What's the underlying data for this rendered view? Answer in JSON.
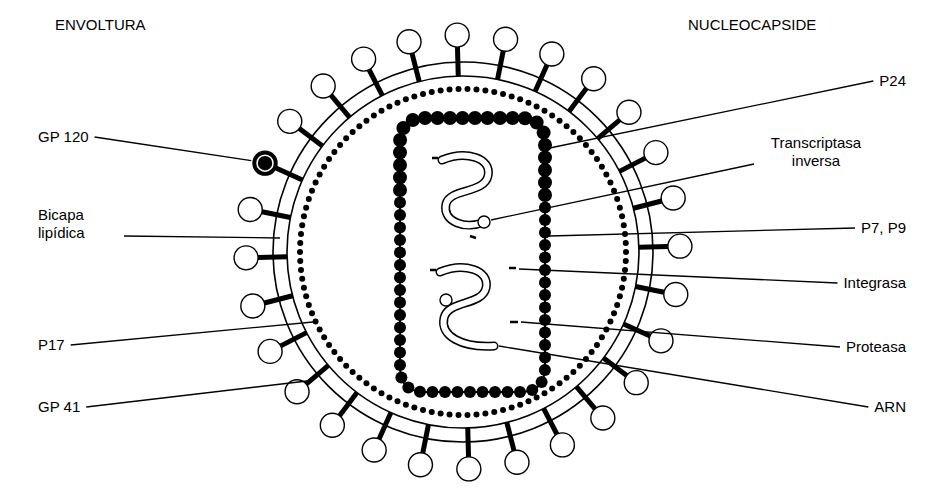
{
  "diagram": {
    "labels": [
      "ENVOLTURA",
      "NUCLEOCAPSIDE",
      "P24",
      "GP 120",
      "Transcriptasa inversa",
      "Bicapa lipídica",
      "P7, P9",
      "Integrasa",
      "P17",
      "Proteasa",
      "GP 41",
      "ARN"
    ]
  }
}
